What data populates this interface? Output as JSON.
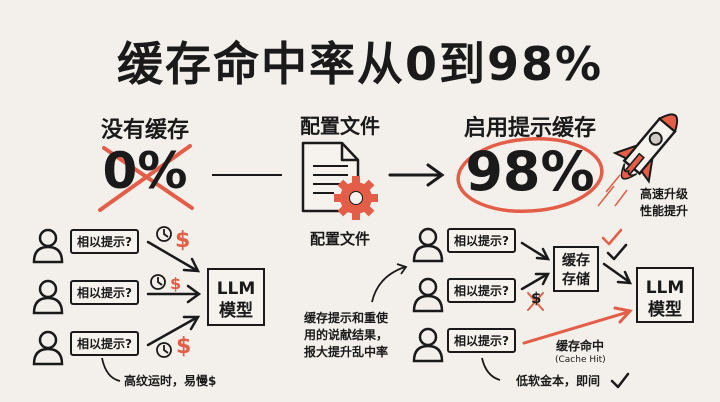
{
  "title": "缓存命中率从0到98%",
  "colors": {
    "background": "#f3f0eb",
    "accent": "#e35d47",
    "ink": "#1a1a1a"
  },
  "sections": {
    "no_cache": {
      "label": "没有缓存",
      "value": "0%"
    },
    "config": {
      "label": "配置文件",
      "caption": "配置文件",
      "icon": "document-gear-icon"
    },
    "with_cache": {
      "label": "启用提示缓存",
      "value": "98%"
    },
    "rocket": {
      "caption_line1": "高速升级",
      "caption_line2": "性能提升",
      "icon": "rocket-icon"
    }
  },
  "left_flow": {
    "prompts": [
      "相以提示?",
      "相以提示?",
      "相以提示?"
    ],
    "llm": {
      "line1": "LLM",
      "line2": "模型"
    },
    "cost_symbol": "$",
    "note": "高纹运时，易慢$"
  },
  "right_flow": {
    "prompts": [
      "相以提示?",
      "相以提示?",
      "相以提示?"
    ],
    "cache": {
      "line1": "缓存",
      "line2": "存储"
    },
    "llm": {
      "line1": "LLM",
      "line2": "模型"
    },
    "annotation": [
      "缓存提示和重使",
      "用的说献结果，",
      "报大提升乱中率"
    ],
    "hit_label": "缓存命中",
    "hit_label_en": "(Cache Hit)",
    "note": "低软金本，即间",
    "crossed_symbol": "$"
  }
}
